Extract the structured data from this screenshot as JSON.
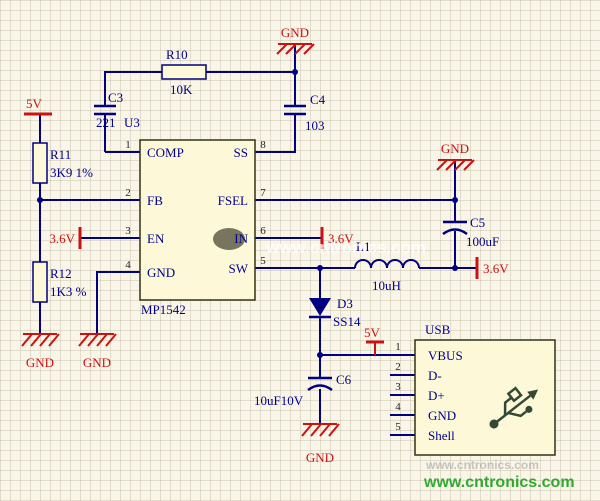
{
  "colors": {
    "wire": "#000080",
    "net_red": "#cc1111",
    "component_fill": "#fdf9d8",
    "label_blue": "#00008b",
    "watermark_green": "#2faa2f"
  },
  "ic": {
    "designator": "U3",
    "part": "MP1542",
    "pins_left": [
      {
        "num": "1",
        "name": "COMP"
      },
      {
        "num": "2",
        "name": "FB"
      },
      {
        "num": "3",
        "name": "EN"
      },
      {
        "num": "4",
        "name": "GND"
      }
    ],
    "pins_right": [
      {
        "num": "8",
        "name": "SS"
      },
      {
        "num": "7",
        "name": "FSEL"
      },
      {
        "num": "6",
        "name": "IN"
      },
      {
        "num": "5",
        "name": "SW"
      }
    ]
  },
  "resistors": [
    {
      "designator": "R10",
      "value": "10K"
    },
    {
      "designator": "R11",
      "value": "3K9 1%"
    },
    {
      "designator": "R12",
      "value": "1K3 %"
    }
  ],
  "capacitors": [
    {
      "designator": "C3",
      "value": "221"
    },
    {
      "designator": "C4",
      "value": "103"
    },
    {
      "designator": "C5",
      "value": "100uF"
    },
    {
      "designator": "C6",
      "value": "10uF10V"
    }
  ],
  "inductor": {
    "designator": "L1",
    "value": "10uH"
  },
  "diode": {
    "designator": "D3",
    "value": "SS14"
  },
  "usb": {
    "designator": "USB",
    "pins": [
      {
        "num": "1",
        "name": "VBUS"
      },
      {
        "num": "2",
        "name": "D-"
      },
      {
        "num": "3",
        "name": "D+"
      },
      {
        "num": "4",
        "name": "GND"
      },
      {
        "num": "5",
        "name": "Shell"
      }
    ]
  },
  "nets": {
    "v5": "5V",
    "v36": "3.6V",
    "gnd": "GND"
  },
  "watermark": {
    "text": "www.cntronics.com",
    "color": "#2faa2f"
  }
}
